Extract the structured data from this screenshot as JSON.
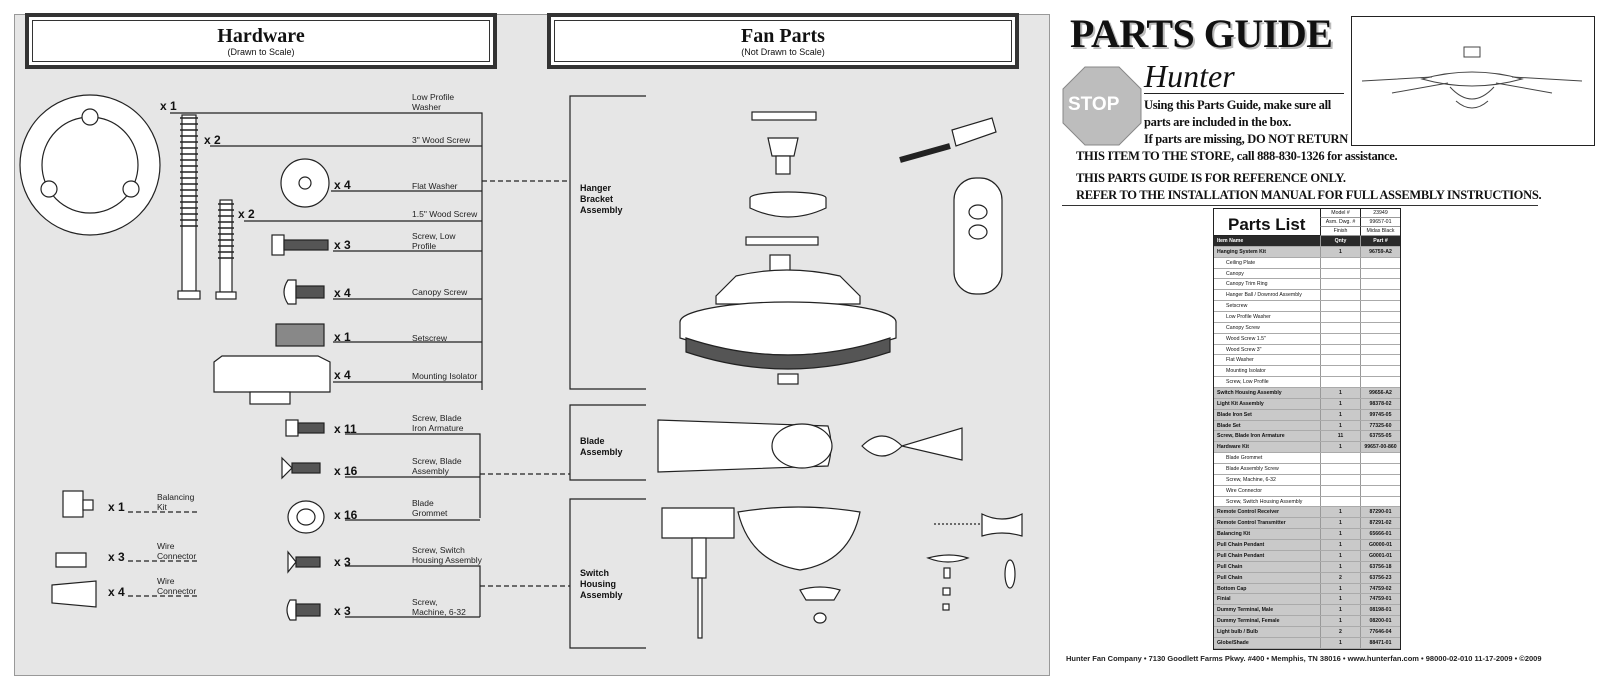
{
  "hardware_header": {
    "title": "Hardware",
    "subtitle": "(Drawn to Scale)"
  },
  "fanparts_header": {
    "title": "Fan Parts",
    "subtitle": "(Not Drawn to Scale)"
  },
  "hardware_items": [
    {
      "qty": "x 1",
      "label": "Low Profile\nWasher"
    },
    {
      "qty": "x 2",
      "label": "3\" Wood Screw"
    },
    {
      "qty": "x 4",
      "label": "Flat Washer"
    },
    {
      "qty": "x 2",
      "label": "1.5\" Wood Screw"
    },
    {
      "qty": "x 3",
      "label": "Screw, Low\nProfile"
    },
    {
      "qty": "x 4",
      "label": "Canopy Screw"
    },
    {
      "qty": "x 1",
      "label": "Setscrew"
    },
    {
      "qty": "x 4",
      "label": "Mounting Isolator"
    },
    {
      "qty": "x 11",
      "label": "Screw, Blade\nIron Armature"
    },
    {
      "qty": "x 16",
      "label": "Screw, Blade\nAssembly"
    },
    {
      "qty": "x 16",
      "label": "Blade\nGrommet"
    },
    {
      "qty": "x 3",
      "label": "Screw, Switch\nHousing Assembly"
    },
    {
      "qty": "x 3",
      "label": "Screw,\nMachine, 6-32"
    }
  ],
  "small_items": [
    {
      "qty": "x 1",
      "label": "Balancing\nKit"
    },
    {
      "qty": "x 3",
      "label": "Wire\nConnector"
    },
    {
      "qty": "x 4",
      "label": "Wire\nConnector"
    }
  ],
  "groups": [
    "Hanger\nBracket\nAssembly",
    "Blade\nAssembly",
    "Switch\nHousing\nAssembly"
  ],
  "guide": {
    "title": "PARTS GUIDE",
    "stop": "STOP",
    "brand": "Hunter",
    "lines": [
      "Using this Parts Guide, make sure all",
      "parts are included in the box.",
      "If parts are missing, DO NOT RETURN",
      "THIS ITEM TO THE STORE, call 888-830-1326 for assistance.",
      "THIS PARTS GUIDE IS FOR REFERENCE ONLY.",
      "REFER TO THE INSTALLATION MANUAL FOR FULL ASSEMBLY INSTRUCTIONS."
    ]
  },
  "parts_list": {
    "title": "Parts List",
    "meta": [
      [
        "Model #",
        "23949"
      ],
      [
        "Asm. Dwg. #",
        "99657-01"
      ],
      [
        "Finish",
        "Midas Black"
      ]
    ],
    "headers": [
      "Item Name",
      "Qnty",
      "Part #"
    ],
    "rows": [
      {
        "name": "Hanging System Kit",
        "qty": "1",
        "part": "96759-A2",
        "type": "dk"
      },
      {
        "name": "Ceiling Plate",
        "qty": "",
        "part": "",
        "type": "sub"
      },
      {
        "name": "Canopy",
        "qty": "",
        "part": "",
        "type": "sub"
      },
      {
        "name": "Canopy Trim Ring",
        "qty": "",
        "part": "",
        "type": "sub"
      },
      {
        "name": "Hanger Ball / Downrod Assembly",
        "qty": "",
        "part": "",
        "type": "sub"
      },
      {
        "name": "Setscrew",
        "qty": "",
        "part": "",
        "type": "sub"
      },
      {
        "name": "Low Profile Washer",
        "qty": "",
        "part": "",
        "type": "sub"
      },
      {
        "name": "Canopy Screw",
        "qty": "",
        "part": "",
        "type": "sub"
      },
      {
        "name": "Wood Screw 1.5\"",
        "qty": "",
        "part": "",
        "type": "sub"
      },
      {
        "name": "Wood Screw 3\"",
        "qty": "",
        "part": "",
        "type": "sub"
      },
      {
        "name": "Flat Washer",
        "qty": "",
        "part": "",
        "type": "sub"
      },
      {
        "name": "Mounting Isolator",
        "qty": "",
        "part": "",
        "type": "sub"
      },
      {
        "name": "Screw, Low Profile",
        "qty": "",
        "part": "",
        "type": "sub"
      },
      {
        "name": "Switch Housing Assembly",
        "qty": "1",
        "part": "99656-A2",
        "type": "dk"
      },
      {
        "name": "Light Kit Assembly",
        "qty": "1",
        "part": "98378-02",
        "type": "dk"
      },
      {
        "name": "Blade Iron Set",
        "qty": "1",
        "part": "99745-05",
        "type": "dk"
      },
      {
        "name": "Blade Set",
        "qty": "1",
        "part": "77325-60",
        "type": "dk"
      },
      {
        "name": "Screw, Blade Iron Armature",
        "qty": "11",
        "part": "63755-05",
        "type": "dk"
      },
      {
        "name": "Hardware Kit",
        "qty": "1",
        "part": "99657-00-860",
        "type": "dk"
      },
      {
        "name": "Blade Grommet",
        "qty": "",
        "part": "",
        "type": "sub"
      },
      {
        "name": "Blade Assembly Screw",
        "qty": "",
        "part": "",
        "type": "sub"
      },
      {
        "name": "Screw, Machine, 6-32",
        "qty": "",
        "part": "",
        "type": "sub"
      },
      {
        "name": "Wire Connector",
        "qty": "",
        "part": "",
        "type": "sub"
      },
      {
        "name": "Screw, Switch Housing Assembly",
        "qty": "",
        "part": "",
        "type": "sub"
      },
      {
        "name": "Remote Control Receiver",
        "qty": "1",
        "part": "87290-01",
        "type": "dk"
      },
      {
        "name": "Remote Control Transmitter",
        "qty": "1",
        "part": "87291-02",
        "type": "dk"
      },
      {
        "name": "Balancing Kit",
        "qty": "1",
        "part": "65666-01",
        "type": "dk"
      },
      {
        "name": "Pull Chain Pendant",
        "qty": "1",
        "part": "G0000-01",
        "type": "dk"
      },
      {
        "name": "Pull Chain Pendant",
        "qty": "1",
        "part": "G0001-01",
        "type": "dk"
      },
      {
        "name": "Pull Chain",
        "qty": "1",
        "part": "63756-18",
        "type": "dk"
      },
      {
        "name": "Pull Chain",
        "qty": "2",
        "part": "63756-23",
        "type": "dk"
      },
      {
        "name": "Bottom Cap",
        "qty": "1",
        "part": "74759-02",
        "type": "dk"
      },
      {
        "name": "Finial",
        "qty": "1",
        "part": "74759-01",
        "type": "dk"
      },
      {
        "name": "Dummy Terminal, Male",
        "qty": "1",
        "part": "08198-01",
        "type": "dk"
      },
      {
        "name": "Dummy Terminal, Female",
        "qty": "1",
        "part": "08200-01",
        "type": "dk"
      },
      {
        "name": "Light bulb / Bulb",
        "qty": "2",
        "part": "77646-04",
        "type": "dk"
      },
      {
        "name": "Globe/Shade",
        "qty": "1",
        "part": "88471-01",
        "type": "dk"
      }
    ]
  },
  "footer": "Hunter Fan Company  •  7130 Goodlett Farms Pkwy. #400  •  Memphis, TN 38016  •  www.hunterfan.com  •  98000-02-010  11-17-2009  •  ©2009"
}
